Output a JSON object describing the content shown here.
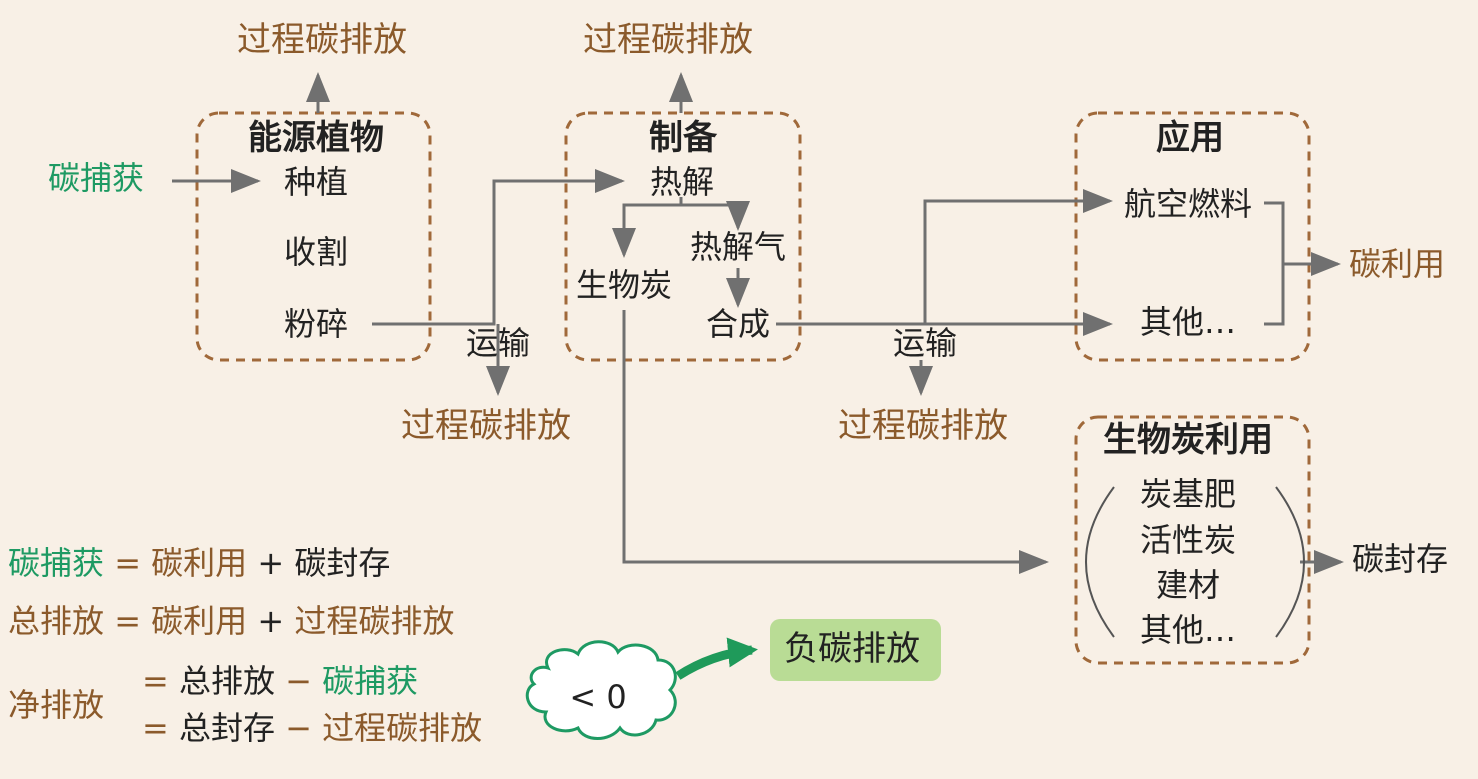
{
  "colors": {
    "background": "#f8f0e6",
    "dashed_border": "#a0693a",
    "arrow": "#707070",
    "brown_text": "#8b5a2b",
    "green_text": "#1e9a63",
    "green_box": "#b9dc95",
    "green_arrow": "#1f9a5a",
    "cloud_border": "#1e9a63"
  },
  "stages": {
    "energy": {
      "title": "能源植物",
      "items": [
        "种植",
        "收割",
        "粉碎"
      ]
    },
    "prep": {
      "title": "制备",
      "pyrolysis": "热解",
      "gas": "热解气",
      "biochar": "生物炭",
      "synthesis": "合成"
    },
    "app": {
      "title": "应用",
      "fuel": "航空燃料",
      "other": "其他…"
    },
    "biochar_use": {
      "title": "生物炭利用",
      "items": [
        "炭基肥",
        "活性炭",
        "建材",
        "其他…"
      ]
    }
  },
  "labels": {
    "capture": "碳捕获",
    "process_emission": "过程碳排放",
    "transport": "运输",
    "utilization": "碳利用",
    "storage": "碳封存"
  },
  "equations": {
    "eq1": {
      "lhs": "碳捕获",
      "eq": "=",
      "a": "碳利用",
      "op": "+",
      "b": "碳封存"
    },
    "eq2": {
      "lhs": "总排放",
      "eq": "=",
      "a": "碳利用",
      "op": "+",
      "b": "过程碳排放"
    },
    "eq3": {
      "lhs": "净排放",
      "line1": {
        "eq": "=",
        "a": "总排放",
        "op": "−",
        "b": "碳捕获"
      },
      "line2": {
        "eq": "=",
        "a": "总封存",
        "op": "−",
        "b": "过程碳排放"
      }
    },
    "cloud": "< 0",
    "result": "负碳排放"
  }
}
